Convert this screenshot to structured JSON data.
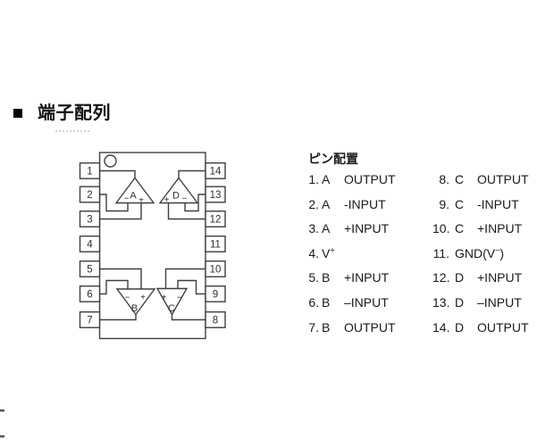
{
  "section": {
    "title": "端子配列"
  },
  "pin_list": {
    "title": "ピン配置",
    "left_rows": [
      {
        "num": "1.",
        "name": "A",
        "sup": "",
        "tail": "",
        "signal": "OUTPUT"
      },
      {
        "num": "2.",
        "name": "A",
        "sup": "",
        "tail": "",
        "signal": "-INPUT"
      },
      {
        "num": "3.",
        "name": "A",
        "sup": "",
        "tail": "",
        "signal": "+INPUT"
      },
      {
        "num": "4.",
        "name": "V",
        "sup": "+",
        "tail": "",
        "signal": ""
      },
      {
        "num": "5.",
        "name": "B",
        "sup": "",
        "tail": "",
        "signal": "+INPUT"
      },
      {
        "num": "6.",
        "name": "B",
        "sup": "",
        "tail": "",
        "signal": "–INPUT"
      },
      {
        "num": "7.",
        "name": "B",
        "sup": "",
        "tail": "",
        "signal": "OUTPUT"
      }
    ],
    "right_rows": [
      {
        "num": "8.",
        "name": "C",
        "sup": "",
        "tail": "",
        "signal": "OUTPUT"
      },
      {
        "num": "9.",
        "name": "C",
        "sup": "",
        "tail": "",
        "signal": "-INPUT"
      },
      {
        "num": "10.",
        "name": "C",
        "sup": "",
        "tail": "",
        "signal": "+INPUT"
      },
      {
        "num": "11.",
        "name": "GND(V",
        "sup": "−",
        "tail": ")",
        "signal": ""
      },
      {
        "num": "12.",
        "name": "D",
        "sup": "",
        "tail": "",
        "signal": "+INPUT"
      },
      {
        "num": "13.",
        "name": "D",
        "sup": "",
        "tail": "",
        "signal": "–INPUT"
      },
      {
        "num": "14.",
        "name": "D",
        "sup": "",
        "tail": "",
        "signal": "OUTPUT"
      }
    ]
  },
  "diagram": {
    "left_pin_numbers": [
      "1",
      "2",
      "3",
      "4",
      "5",
      "6",
      "7"
    ],
    "right_pin_numbers": [
      "14",
      "13",
      "12",
      "11",
      "10",
      "9",
      "8"
    ],
    "opamps": {
      "a": {
        "label": "A",
        "left_sign": "−",
        "right_sign": "+"
      },
      "d": {
        "label": "D",
        "left_sign": "+",
        "right_sign": "−"
      },
      "b": {
        "label": "B",
        "left_sign": "−",
        "right_sign": "+"
      },
      "c": {
        "label": "C",
        "left_sign": "+",
        "right_sign": "−"
      }
    }
  },
  "colors": {
    "line": "#3f3f3f",
    "text": "#1a1a1a",
    "bullet": "#000000"
  }
}
